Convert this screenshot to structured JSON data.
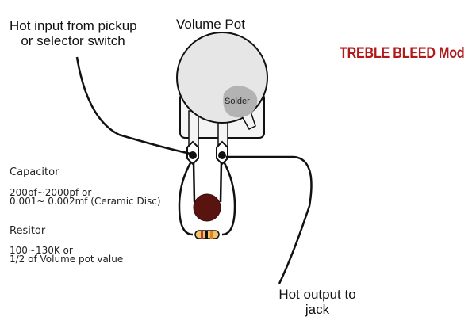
{
  "title": "TREBLE BLEED Mod",
  "labels": {
    "input": [
      "Hot input from pickup",
      "or selector switch"
    ],
    "pot": "Volume Pot",
    "solder": "Solder",
    "output": [
      "Hot output to",
      "jack"
    ]
  },
  "capacitor": {
    "heading": "Capacitor",
    "lines": [
      "200pf~2000pf or",
      "0.001~ 0.002mf (Ceramic Disc)"
    ]
  },
  "resistor": {
    "heading": "Resitor",
    "lines": [
      "100~130K or",
      "1/2 of Volume pot value"
    ]
  },
  "colors": {
    "title": "#b01a1a",
    "capacitor": "#5a1410",
    "pot": "#e8e8e8",
    "solder": "#b0b0b0"
  }
}
